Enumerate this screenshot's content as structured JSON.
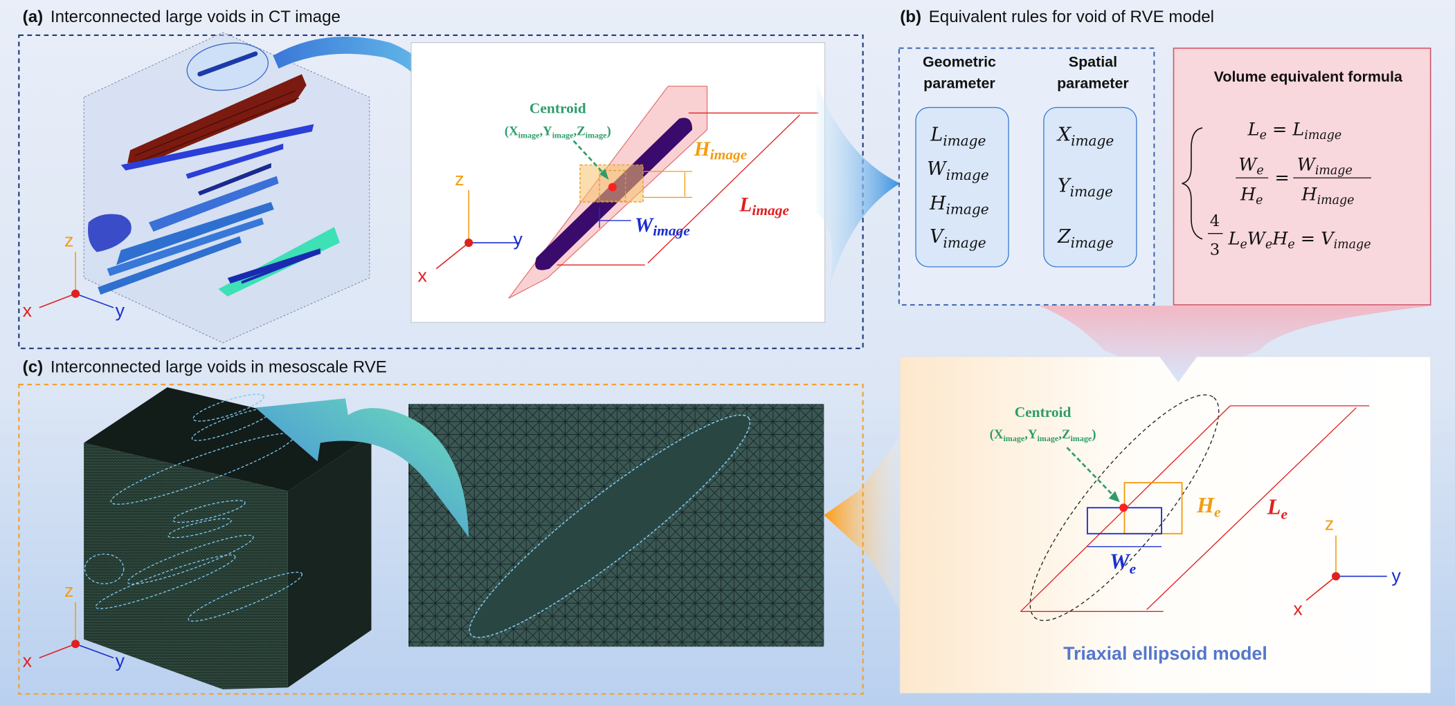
{
  "panels": {
    "a": {
      "tag": "(a)",
      "title": "Interconnected large voids in CT image"
    },
    "b": {
      "tag": "(b)",
      "title": "Equivalent rules for void of RVE model"
    },
    "c": {
      "tag": "(c)",
      "title": "Interconnected large voids in mesoscale RVE"
    }
  },
  "axes": {
    "x": "x",
    "y": "y",
    "z": "z"
  },
  "centroid": {
    "label": "Centroid",
    "coords_open": "(",
    "sub": "image",
    "close": ")"
  },
  "dims": {
    "base": [
      "H",
      "W",
      "L",
      "V"
    ],
    "sub_image": "image",
    "sub_e": "e"
  },
  "geometric": {
    "title_line1": "Geometric",
    "title_line2": "parameter"
  },
  "spatial": {
    "title_line1": "Spatial",
    "title_line2": "parameter"
  },
  "formula": {
    "title": "Volume equivalent formula",
    "four": "4",
    "three": "3"
  },
  "model_label": "Triaxial ellipsoid model",
  "colors": {
    "dark_blue_dash": "#1f3b7a",
    "orange_dash": "#f0a030",
    "formula_bg": "#f8d7dd",
    "formula_border": "#d0556a",
    "centroid_green": "#2e9c6a",
    "red": "#e02020",
    "orange": "#f39c12",
    "blue": "#1a2ed0",
    "model_blue": "#5577cc"
  }
}
